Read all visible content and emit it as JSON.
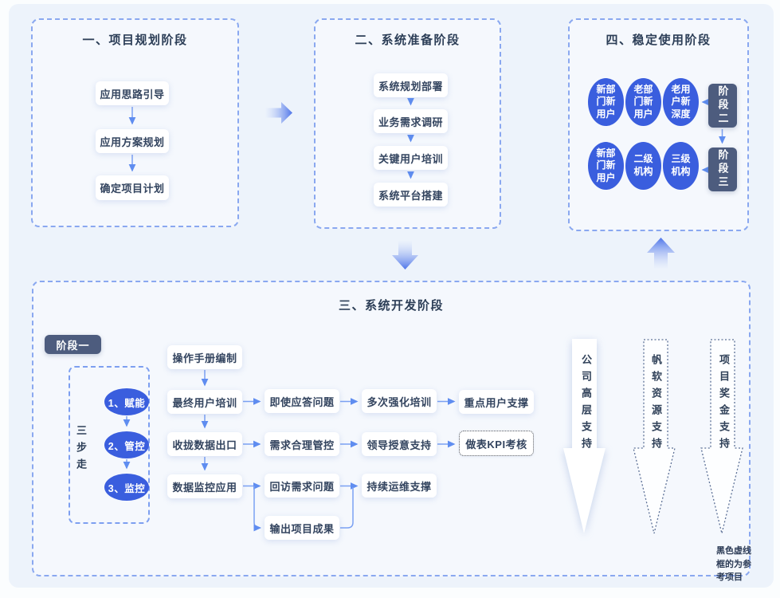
{
  "colors": {
    "page-bg": "#fbfdfe",
    "panel-bg": "#edf3fb",
    "dashed": "#8aa8f0",
    "connector": "#7ba1f3",
    "node-bg": "#ffffff",
    "node-text": "#33445f",
    "title-text": "#2c3e57",
    "ellipse-bg": "#3a5ede",
    "slate-bg": "#4d5c7e",
    "grad-blue": "#4d74e9",
    "kpi-dotted": "#51565f",
    "note-text": "#2b3a55"
  },
  "phase1": {
    "title": "一、项目规划阶段",
    "steps": [
      "应用思路引导",
      "应用方案规划",
      "确定项目计划"
    ]
  },
  "phase2": {
    "title": "二、系统准备阶段",
    "steps": [
      "系统规划部署",
      "业务需求调研",
      "关键用户培训",
      "系统平台搭建"
    ]
  },
  "phase4": {
    "title": "四、稳定使用阶段",
    "stage2_label": "阶段二",
    "stage3_label": "阶段三",
    "row1": [
      "新部门新用户",
      "老部门新用户",
      "老用户新深度"
    ],
    "row2": [
      "新部门新用户",
      "二级机构",
      "三级机构"
    ]
  },
  "phase3": {
    "title": "三、系统开发阶段",
    "badge": "阶段一",
    "three_steps": "三步走",
    "step_circles": [
      "1、赋能",
      "2、管控",
      "3、监控"
    ],
    "col1": [
      "操作手册编制",
      "最终用户培训",
      "收拢数据出口",
      "数据监控应用"
    ],
    "row1": [
      "即使应答问题",
      "多次强化培训",
      "重点用户支撑"
    ],
    "row2": [
      "需求合理管控",
      "领导授意支持",
      "做表KPI考核"
    ],
    "row3": [
      "回访需求问题",
      "持续运维支撑"
    ],
    "row4": [
      "输出项目成果"
    ],
    "supports": [
      "公司高层支持",
      "帆软资源支持",
      "项目奖金支持"
    ],
    "note": "黑色虚线框的为参考项目"
  }
}
